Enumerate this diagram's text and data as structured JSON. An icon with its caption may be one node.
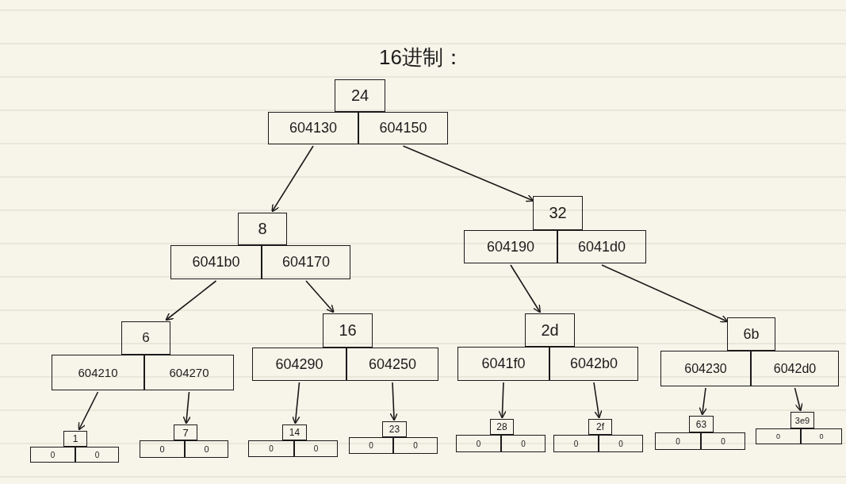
{
  "diagram": {
    "title": "16进制：",
    "nodes": [
      {
        "text": [
          "24"
        ]
      },
      {
        "text": [
          "604130"
        ]
      },
      {
        "text": [
          "604150"
        ]
      },
      {
        "text": [
          "8"
        ]
      },
      {
        "text": [
          "6041b0"
        ]
      },
      {
        "text": [
          "604170"
        ]
      },
      {
        "text": [
          "32"
        ]
      },
      {
        "text": [
          "604190"
        ]
      },
      {
        "text": [
          "6041d0"
        ]
      },
      {
        "text": [
          "6"
        ]
      },
      {
        "text": [
          "604210"
        ]
      },
      {
        "text": [
          "604270"
        ]
      },
      {
        "text": [
          "16"
        ]
      },
      {
        "text": [
          "604290"
        ]
      },
      {
        "text": [
          "604250"
        ]
      },
      {
        "text": [
          "2d"
        ]
      },
      {
        "text": [
          "6041f0"
        ]
      },
      {
        "text": [
          "6042b0"
        ]
      },
      {
        "text": [
          "6b"
        ]
      },
      {
        "text": [
          "604230"
        ]
      },
      {
        "text": [
          "6042d0"
        ]
      },
      {
        "text": [
          "1"
        ]
      },
      {
        "text": [
          "0"
        ]
      },
      {
        "text": [
          "0"
        ]
      },
      {
        "text": [
          "7"
        ]
      },
      {
        "text": [
          "0"
        ]
      },
      {
        "text": [
          "0"
        ]
      },
      {
        "text": [
          "14"
        ]
      },
      {
        "text": [
          "0"
        ]
      },
      {
        "text": [
          "0"
        ]
      },
      {
        "text": [
          "23"
        ]
      },
      {
        "text": [
          "0"
        ]
      },
      {
        "text": [
          "0"
        ]
      },
      {
        "text": [
          "28"
        ]
      },
      {
        "text": [
          "0"
        ]
      },
      {
        "text": [
          "0"
        ]
      },
      {
        "text": [
          "2f"
        ]
      },
      {
        "text": [
          "0"
        ]
      },
      {
        "text": [
          "0"
        ]
      },
      {
        "text": [
          "63"
        ]
      },
      {
        "text": [
          "0"
        ]
      },
      {
        "text": [
          "0"
        ]
      },
      {
        "text": [
          "3e9"
        ]
      },
      {
        "text": [
          "0"
        ]
      },
      {
        "text": [
          "0"
        ]
      }
    ],
    "edges": [
      {
        "from": 1,
        "to": 3,
        "arrow": "to"
      },
      {
        "from": 2,
        "to": 6,
        "arrow": "to"
      },
      {
        "from": 4,
        "to": 9,
        "arrow": "to"
      },
      {
        "from": 5,
        "to": 12,
        "arrow": "to"
      },
      {
        "from": 7,
        "to": 15,
        "arrow": "to"
      },
      {
        "from": 8,
        "to": 18,
        "arrow": "to"
      },
      {
        "from": 10,
        "to": 21,
        "arrow": "to"
      },
      {
        "from": 11,
        "to": 24,
        "arrow": "to"
      },
      {
        "from": 13,
        "to": 27,
        "arrow": "to"
      },
      {
        "from": 14,
        "to": 30,
        "arrow": "to"
      },
      {
        "from": 16,
        "to": 33,
        "arrow": "to"
      },
      {
        "from": 17,
        "to": 36,
        "arrow": "to"
      },
      {
        "from": 19,
        "to": 39,
        "arrow": "to"
      },
      {
        "from": 20,
        "to": 42,
        "arrow": "to"
      }
    ]
  }
}
